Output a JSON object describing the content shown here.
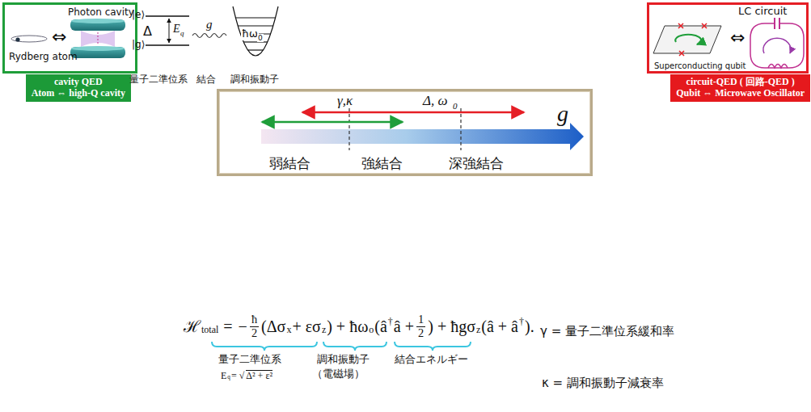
{
  "diagram": {
    "nodes": [
      {
        "text": [
          "Photon cavity",
          "Rydberg atom",
          "⇔"
        ]
      },
      {
        "text": [
          "cavity QED",
          "Atom ⇔ high-Q cavity"
        ]
      },
      {
        "text": [
          "LC circuit",
          "Superconducting qubit",
          "⇔"
        ]
      },
      {
        "text": [
          "circuit-QED ( 回路-QED )",
          "Qubit ⇔ Microwave Oscillator"
        ]
      },
      {
        "text": [
          "γ,κ",
          "Δ, ω",
          "0",
          "g",
          "弱結合",
          "強結合",
          "深強結合"
        ]
      }
    ],
    "labels": [
      "|e⟩",
      "|g⟩",
      "Δ",
      "E",
      "q",
      "g",
      "ħω",
      "0",
      "量子二準位系",
      "結合",
      "調和振動子",
      "ℋ",
      "total",
      "=",
      "−",
      "ħ",
      "2",
      "(Δσ",
      "x",
      "+ εσ",
      "z",
      ") + ħω",
      "o",
      "(â",
      "†",
      "â +",
      "1",
      "2",
      ") + ħgσ",
      "z",
      "(â + â",
      "†",
      ").",
      "量子二準位系",
      "E",
      "q",
      "= √",
      "Δ² + ε²",
      "調和振動子",
      "（電磁場）",
      "結合エネルギー",
      "γ = 量子二準位系緩和率",
      "κ = 調和振動子減衰率"
    ]
  }
}
